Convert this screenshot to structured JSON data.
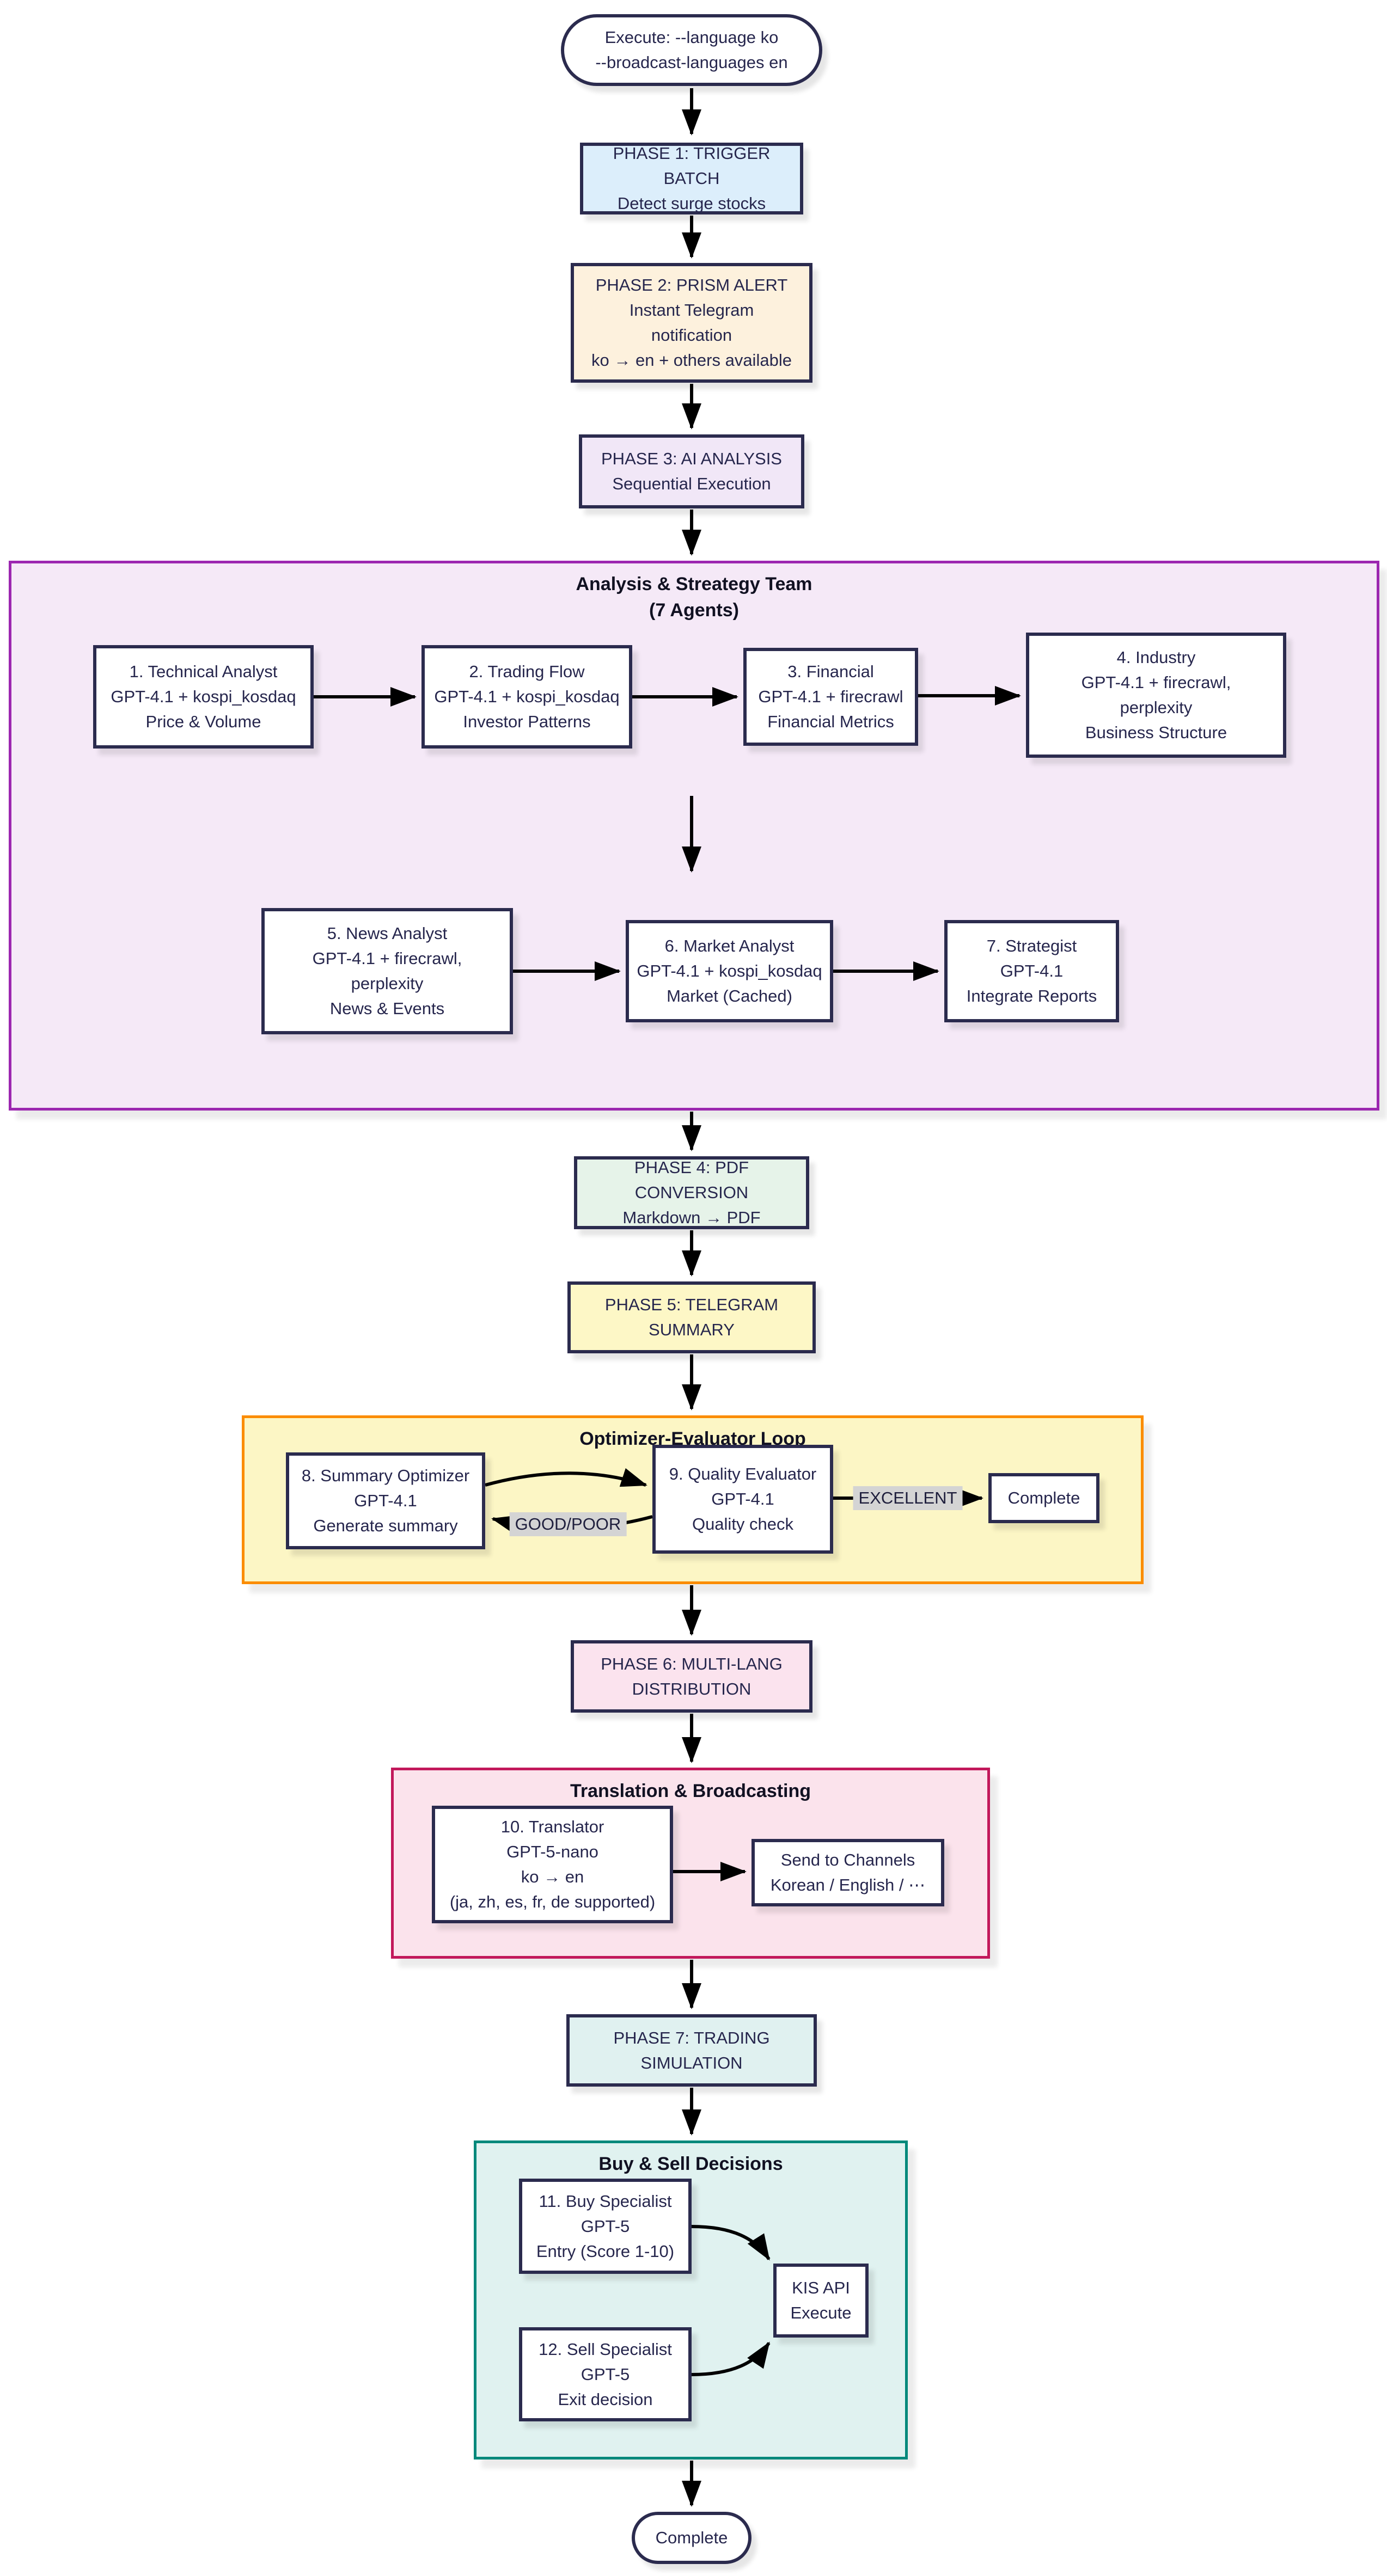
{
  "nodes": {
    "start": {
      "lines": [
        "Execute: --language ko",
        "--broadcast-languages en"
      ]
    },
    "p1": {
      "lines": [
        "PHASE 1: TRIGGER BATCH",
        "Detect surge stocks"
      ]
    },
    "p2": {
      "lines": [
        "PHASE 2: PRISM ALERT",
        "Instant Telegram",
        "notification",
        "ko → en + others available"
      ]
    },
    "p3": {
      "lines": [
        "PHASE 3: AI ANALYSIS",
        "Sequential Execution"
      ]
    },
    "a1": {
      "lines": [
        "1. Technical Analyst",
        "GPT-4.1 + kospi_kosdaq",
        "Price & Volume"
      ]
    },
    "a2": {
      "lines": [
        "2. Trading Flow",
        "GPT-4.1 + kospi_kosdaq",
        "Investor Patterns"
      ]
    },
    "a3": {
      "lines": [
        "3. Financial",
        "GPT-4.1 + firecrawl",
        "Financial Metrics"
      ]
    },
    "a4": {
      "lines": [
        "4. Industry",
        "GPT-4.1 + firecrawl,",
        "perplexity",
        "Business Structure"
      ]
    },
    "a5": {
      "lines": [
        "5. News Analyst",
        "GPT-4.1 + firecrawl,",
        "perplexity",
        "News & Events"
      ]
    },
    "a6": {
      "lines": [
        "6. Market Analyst",
        "GPT-4.1 + kospi_kosdaq",
        "Market (Cached)"
      ]
    },
    "a7": {
      "lines": [
        "7. Strategist",
        "GPT-4.1",
        "Integrate Reports"
      ]
    },
    "p4": {
      "lines": [
        "PHASE 4: PDF CONVERSION",
        "Markdown → PDF"
      ]
    },
    "p5": {
      "lines": [
        "PHASE 5: TELEGRAM",
        "SUMMARY"
      ]
    },
    "a8": {
      "lines": [
        "8. Summary Optimizer",
        "GPT-4.1",
        "Generate summary"
      ]
    },
    "a9": {
      "lines": [
        "9. Quality Evaluator",
        "GPT-4.1",
        "Quality check"
      ]
    },
    "loop_complete": {
      "lines": [
        "Complete"
      ]
    },
    "p6": {
      "lines": [
        "PHASE 6: MULTI-LANG",
        "DISTRIBUTION"
      ]
    },
    "a10": {
      "lines": [
        "10. Translator",
        "GPT-5-nano",
        "ko → en",
        "(ja, zh, es, fr, de supported)"
      ]
    },
    "send": {
      "lines": [
        "Send to Channels",
        "Korean / English / ⋯"
      ]
    },
    "p7": {
      "lines": [
        "PHASE 7: TRADING",
        "SIMULATION"
      ]
    },
    "a11": {
      "lines": [
        "11. Buy Specialist",
        "GPT-5",
        "Entry (Score 1-10)"
      ]
    },
    "a12": {
      "lines": [
        "12. Sell Specialist",
        "GPT-5",
        "Exit decision"
      ]
    },
    "kis": {
      "lines": [
        "KIS API",
        "Execute"
      ]
    },
    "end": {
      "lines": [
        "Complete"
      ]
    }
  },
  "containers": {
    "analysis": {
      "title": "Analysis & Streategy Team",
      "subtitle": "(7 Agents)"
    },
    "optimizer": {
      "title": "Optimizer-Evaluator Loop"
    },
    "translation": {
      "title": "Translation & Broadcasting"
    },
    "trading": {
      "title": "Buy & Sell Decisions"
    }
  },
  "edge_labels": {
    "good_poor": "GOOD/POOR",
    "excellent": "EXCELLENT"
  },
  "colors": {
    "node_border": "#2b2b4e",
    "node_text": "#26264d",
    "arrow": "#000000",
    "phase1_fill": "#dceefb",
    "phase2_fill": "#fdf1dd",
    "phase3_fill": "#f1e7f7",
    "phase4_fill": "#e6f3e9",
    "phase5_fill": "#fdf7c6",
    "phase6_fill": "#fbe3ee",
    "phase7_fill": "#e0f1f0",
    "analysis_container_fill": "#f5e9f7",
    "analysis_container_border": "#9c27b0",
    "optimizer_container_fill": "#fcf6c5",
    "optimizer_container_border": "#fb8c00",
    "translation_container_fill": "#fbe3ec",
    "translation_container_border": "#c2185b",
    "trading_container_fill": "#e0f2f0",
    "trading_container_border": "#00897b",
    "edge_label_bg": "#d4d4d4",
    "white_fill": "#ffffff"
  }
}
